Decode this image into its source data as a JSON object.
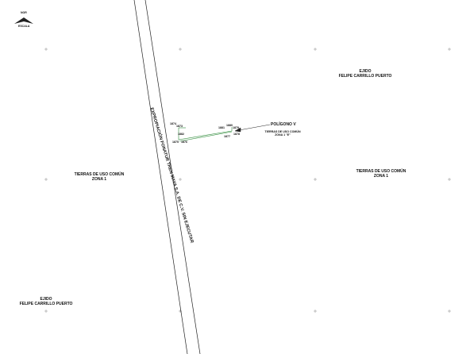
{
  "north_arrow": {
    "top_label": "NOR",
    "scale_label": "ESCALA"
  },
  "regions": [
    {
      "title": "EJIDO",
      "subtitle": "FELIPE CARRILLO PUERTO"
    },
    {
      "title": "TIERRAS DE USO COMÚN",
      "subtitle": "ZONA 1"
    },
    {
      "title": "TIERRAS DE USO COMÚN",
      "subtitle": "ZONA 1"
    },
    {
      "title": "EJIDO",
      "subtitle": "FELIPE CARRILLO PUERTO"
    }
  ],
  "corridor": {
    "label": "EXPROPIACIÓN FONATUR TREN MAYA S.A. DE C.V. SIN EJECUTAR"
  },
  "polygon": {
    "callout_title": "POLÍGONO V",
    "callout_line1": "TIERRAS DE USO COMÚN",
    "callout_line2": "ZONA 1 \"E\"",
    "vertices": [
      "1874",
      "1873",
      "1882",
      "1875",
      "1876",
      "1881",
      "1880",
      "1879",
      "1878",
      "1877"
    ]
  },
  "colors": {
    "polygon_stroke": "#2e8b3a",
    "line": "#222222",
    "tick": "#777777"
  }
}
